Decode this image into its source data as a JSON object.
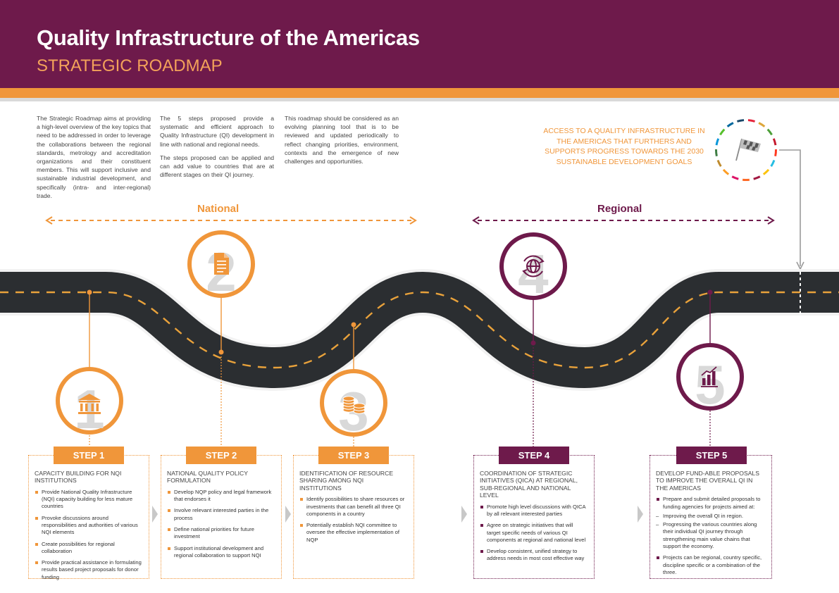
{
  "header": {
    "title": "Quality Infrastructure of the Americas",
    "subtitle": "STRATEGIC ROADMAP"
  },
  "intro": {
    "col1": "The Strategic Roadmap aims at providing a high-level overview of the key topics that need to be addressed in order to leverage the collaborations between the regional standards, metrology and accreditation organizations and their constituent members. This will support inclusive and sustainable industrial development, and specifically (intra- and inter-regional) trade.",
    "col2a": "The 5 steps proposed provide a systematic and efficient approach to Quality Infrastructure (QI) development in line with national and regional needs.",
    "col2b": "The steps proposed can be applied and can add value to countries that are at different stages on their QI journey.",
    "col3": "This roadmap should be considered as an evolving planning tool that is to be reviewed and updated periodically to reflect changing priorities, environment, contexts and the emergence of new challenges and opportunities."
  },
  "goal": "ACCESS TO A QUALITY INFRASTRUCTURE IN THE AMERICAS THAT FURTHERS AND SUPPORTS PROGRESS TOWARDS THE 2030 SUSTAINABLE DEVELOPMENT GOALS",
  "scopes": {
    "national": "National",
    "regional": "Regional"
  },
  "steps": [
    {
      "number": "1",
      "badge": "STEP 1",
      "icon": "bank-building-icon",
      "heading": "CAPACITY BUILDING FOR NQI INSTITUTIONS",
      "items": [
        "Provide National Quality Infrastructure (NQI) capacity building for less mature countries",
        "Provoke discussions around responsibilities and authorities of various NQI elements",
        "Create possibilities for regional collaboration",
        "Provide practical assistance in formulating results based project proposals for donor funding"
      ]
    },
    {
      "number": "2",
      "badge": "STEP 2",
      "icon": "document-icon",
      "heading": "NATIONAL QUALITY POLICY FORMULATION",
      "items": [
        "Develop NQP policy and legal framework that endorses it",
        "Involve relevant interested parties in the process",
        "Define national priorities for future investment",
        "Support institutional development and regional collaboration to support NQI"
      ]
    },
    {
      "number": "3",
      "badge": "STEP 3",
      "icon": "coin-stacks-icon",
      "heading": "IDENTIFICATION OF RESOURCE SHARING AMONG NQI INSTITUTIONS",
      "items": [
        "Identify possibilities to share resources or investments that can benefit all three QI components in a country",
        "Potentially establish NQI committee to oversee the effective implementation of NQP"
      ]
    },
    {
      "number": "4",
      "badge": "STEP 4",
      "icon": "globe-arrows-icon",
      "heading": "COORDINATION OF STRATEGIC INITIATIVES (QICA) AT REGIONAL, SUB-REGIONAL AND NATIONAL LEVEL",
      "items": [
        "Promote high level discussions with QICA by all relevant interested parties",
        "Agree on strategic initiatives that will target specific needs of various QI components at regional and national level",
        "Develop consistent, unified strategy to address needs in most cost effective way"
      ]
    },
    {
      "number": "5",
      "badge": "STEP 5",
      "icon": "bar-chart-icon",
      "heading": "DEVELOP FUND-ABLE PROPOSALS TO IMPROVE THE OVERALL QI IN THE AMERICAS",
      "intro": "Prepare and submit detailed proposals to funding agencies for projects aimed at:",
      "subitems": [
        "Improving the overall QI in region.",
        "Progressing the various countries along their individual QI journey through strengthening main value chains that support the economy."
      ],
      "last": "Projects can be regional, country specific, discipline specific or a combination of the three."
    }
  ],
  "colors": {
    "burgundy": "#6e1a4b",
    "orange": "#f0963a",
    "road": "#2b2e31",
    "sdg_ring": [
      "#e5243b",
      "#dda63a",
      "#4c9f38",
      "#c5192d",
      "#ff3a21",
      "#26bde2",
      "#fcc30b",
      "#a21942",
      "#fd6925",
      "#dd1367",
      "#fd9d24",
      "#bf8b2e",
      "#3f7e44",
      "#0a97d9",
      "#56c02b",
      "#00689d",
      "#19486a"
    ]
  }
}
